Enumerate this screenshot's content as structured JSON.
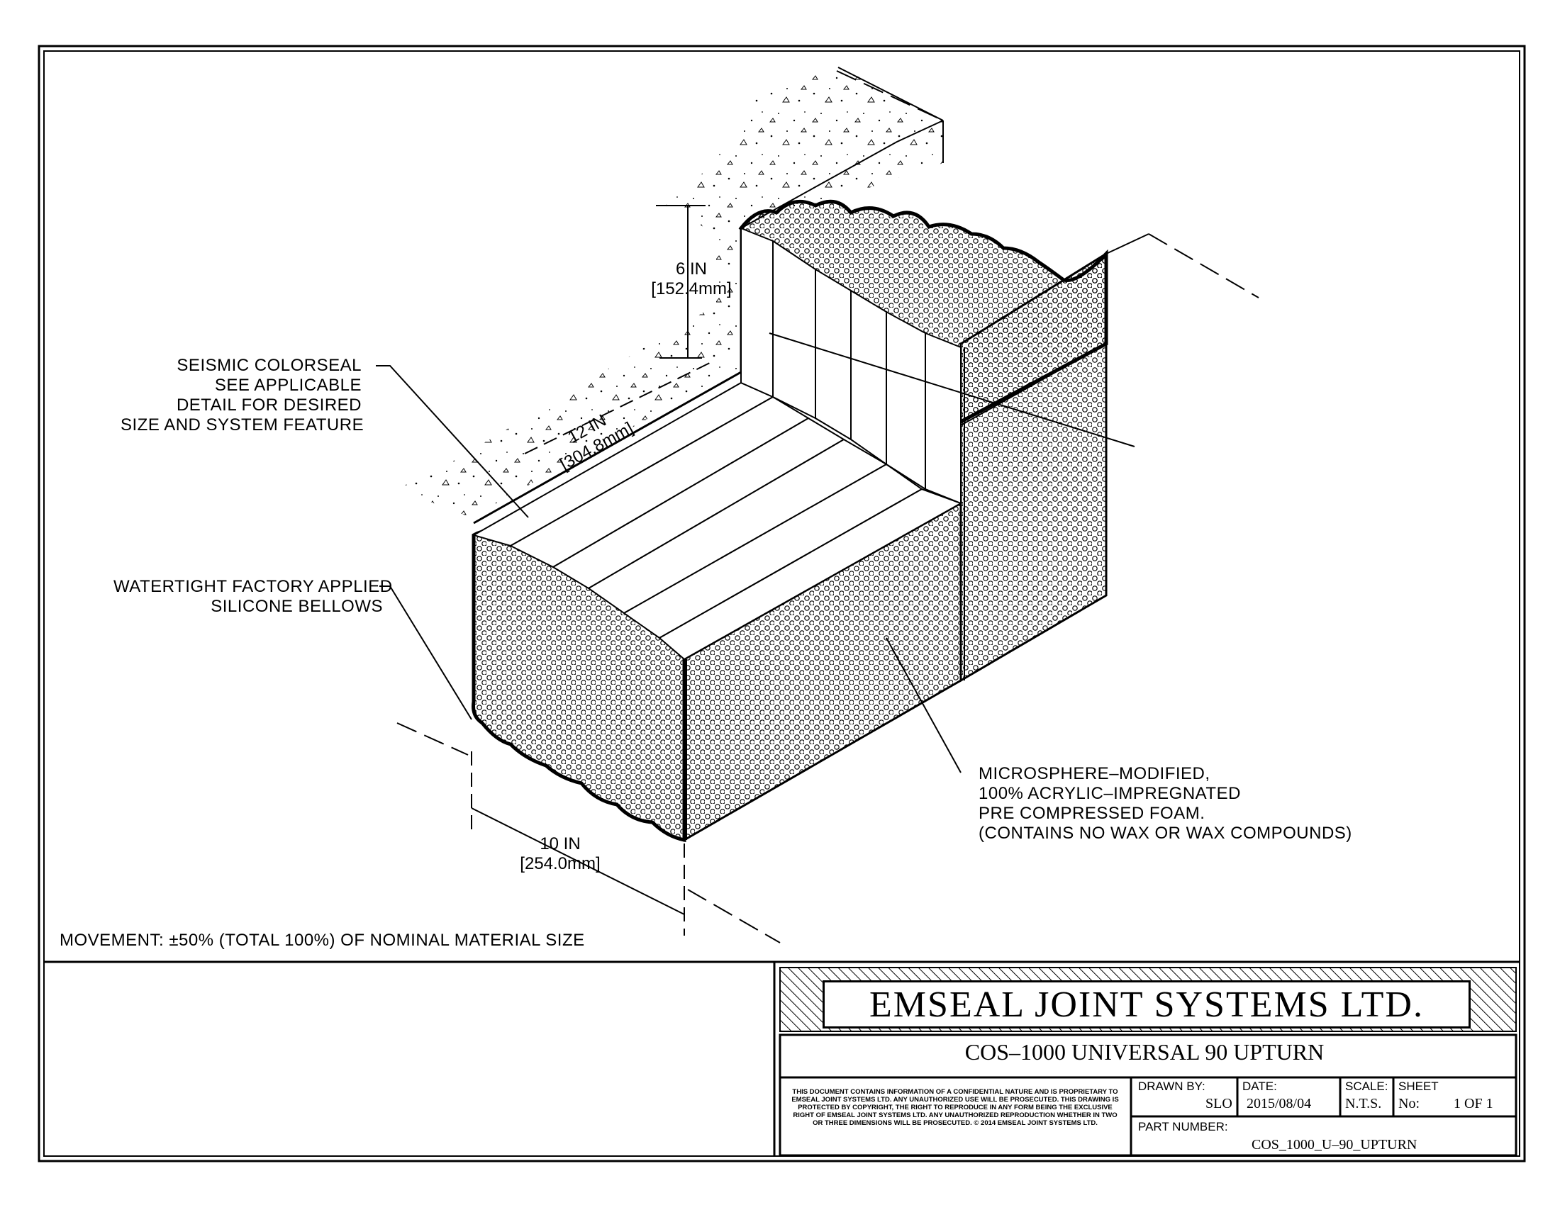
{
  "notes": {
    "seismic": "SEISMIC COLORSEAL\nSEE APPLICABLE\nDETAIL FOR DESIRED\nSIZE AND SYSTEM FEATURE",
    "bellows": "WATERTIGHT FACTORY APPLIED\nSILICONE BELLOWS",
    "foam": "MICROSPHERE–MODIFIED,\n100% ACRYLIC–IMPREGNATED\nPRE COMPRESSED FOAM.\n(CONTAINS NO WAX OR WAX COMPOUNDS)",
    "movement": "MOVEMENT: ±50% (TOTAL 100%) OF NOMINAL MATERIAL SIZE"
  },
  "dimensions": {
    "height": "6 IN\n[152.4mm]",
    "length": "12 IN\n[304.8mm]",
    "width": "10 IN\n[254.0mm]"
  },
  "title_block": {
    "company": "EMSEAL JOINT SYSTEMS LTD.",
    "drawing_title": "COS–1000 UNIVERSAL 90 UPTURN",
    "legal": "THIS DOCUMENT CONTAINS INFORMATION OF A CONFIDENTIAL NATURE AND IS PROPRIETARY TO EMSEAL JOINT SYSTEMS LTD. ANY UNAUTHORIZED USE WILL BE PROSECUTED. THIS DRAWING IS PROTECTED BY COPYRIGHT, THE RIGHT TO REPRODUCE IN ANY FORM BEING THE EXCLUSIVE RIGHT OF EMSEAL JOINT SYSTEMS LTD. ANY UNAUTHORIZED REPRODUCTION WHETHER IN TWO OR THREE DIMENSIONS WILL BE PROSECUTED. © 2014 EMSEAL JOINT SYSTEMS LTD.",
    "drawn_by_label": "DRAWN BY:",
    "drawn_by": "SLO",
    "date_label": "DATE:",
    "date": "2015/08/04",
    "scale_label": "SCALE:",
    "scale": "N.T.S.",
    "sheet_label": "SHEET",
    "sheet_no_label": "No:",
    "sheet_value": "1 OF 1",
    "part_number_label": "PART NUMBER:",
    "part_number": "COS_1000_U–90_UPTURN"
  }
}
